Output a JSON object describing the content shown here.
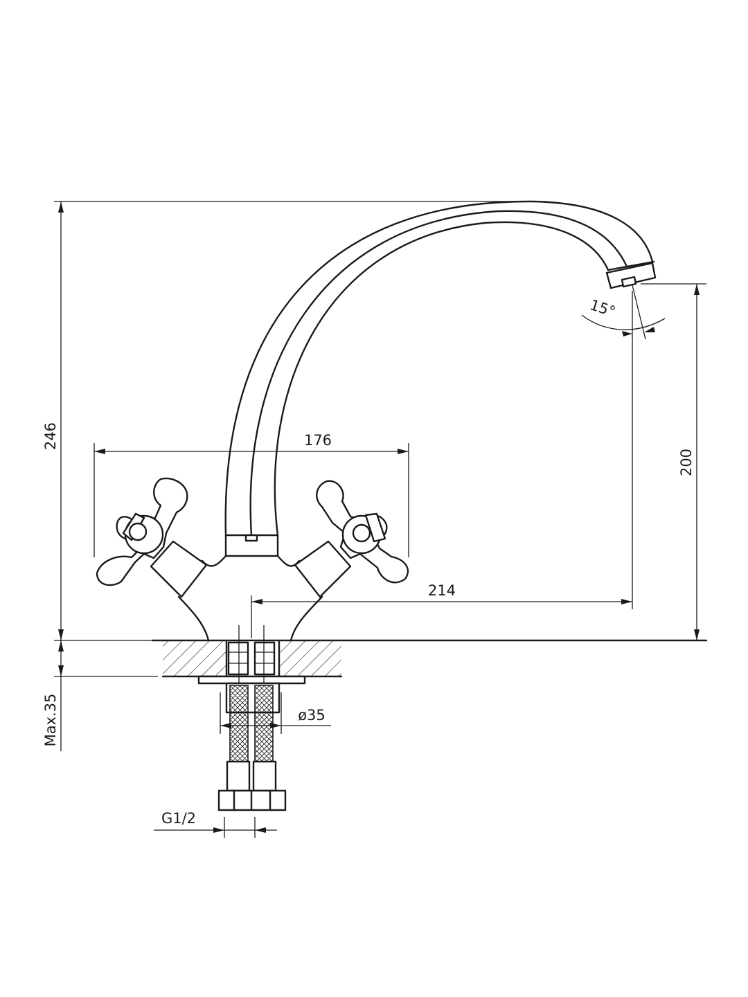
{
  "drawing": {
    "dimensions": {
      "overall_height": "246",
      "handle_span": "176",
      "spout_height": "200",
      "spout_reach": "214",
      "spout_angle": "15°",
      "max_thickness": "Max.35",
      "mount_diameter": "ø35",
      "thread": "G1/2"
    }
  }
}
